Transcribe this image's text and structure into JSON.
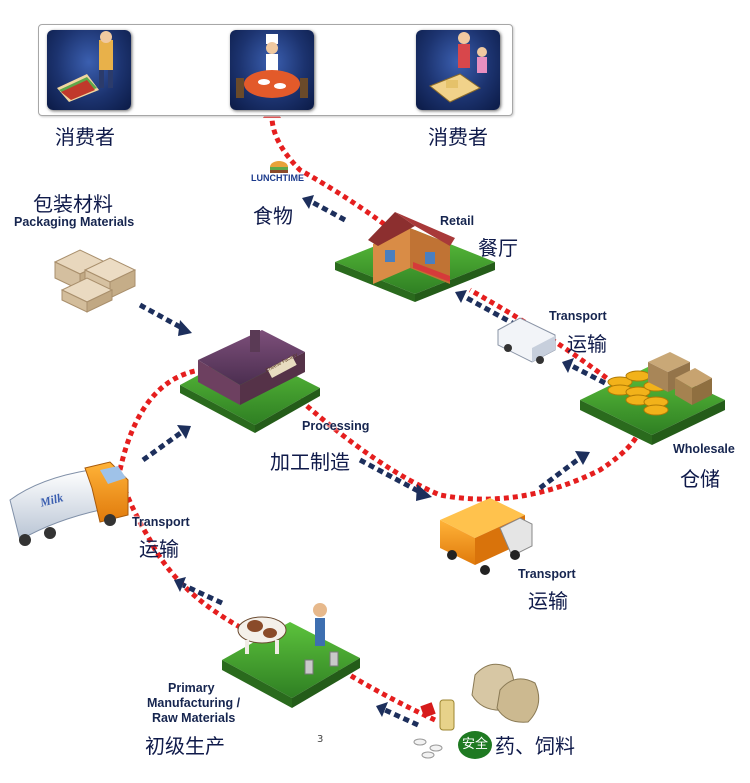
{
  "labels": {
    "consumer_left": "消费者",
    "consumer_right": "消费者",
    "packaging_cn": "包装材料",
    "packaging_en": "Packaging Materials",
    "food_cn": "食物",
    "lunchtime": "LUNCHTIME",
    "retail_en": "Retail",
    "retail_cn": "餐厅",
    "transport_top_en": "Transport",
    "transport_top_cn": "运输",
    "processing_en": "Processing",
    "processing_cn": "加工制造",
    "wholesale_en": "Wholesale",
    "wholesale_cn": "仓储",
    "transport_left_en": "Transport",
    "transport_left_cn": "运输",
    "transport_right_en": "Transport",
    "transport_right_cn": "运输",
    "primary_en_1": "Primary",
    "primary_en_2": "Manufacturing /",
    "primary_en_3": "Raw Materials",
    "primary_cn": "初级生产",
    "safety_badge": "安全",
    "drugs_feed_cn": "药、饲料",
    "milk": "Milk",
    "factory_sign": "Cheese Factory",
    "page_number": "3"
  },
  "colors": {
    "red_path": "#e51e1e",
    "navy_arrow": "#1d2f5c",
    "grass": "#3f9a2f",
    "text_navy": "#0f1a4a"
  }
}
